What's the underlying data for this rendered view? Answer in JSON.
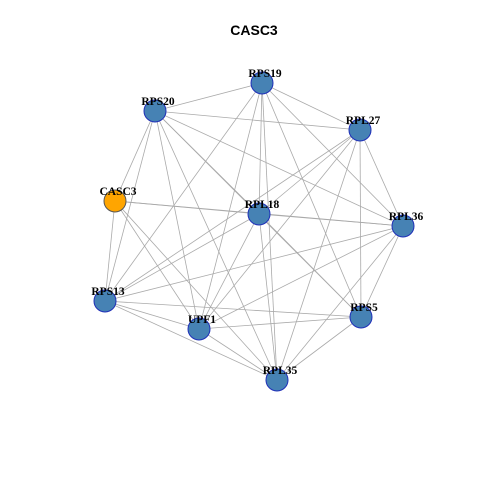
{
  "title": "CASC3",
  "colors": {
    "node_default_fill": "#4682B4",
    "node_default_stroke": "#1F2FB8",
    "node_highlight_fill": "#FFA500",
    "node_highlight_stroke": "#555555",
    "edge": "#AAAAAA"
  },
  "nodes": [
    {
      "id": "RPS19",
      "label": "RPS19",
      "highlight": false
    },
    {
      "id": "RPS20",
      "label": "RPS20",
      "highlight": false
    },
    {
      "id": "RPL27",
      "label": "RPL27",
      "highlight": false
    },
    {
      "id": "CASC3",
      "label": "CASC3",
      "highlight": true
    },
    {
      "id": "RPL18",
      "label": "RPL18",
      "highlight": false
    },
    {
      "id": "RPL36",
      "label": "RPL36",
      "highlight": false
    },
    {
      "id": "RPS13",
      "label": "RPS13",
      "highlight": false
    },
    {
      "id": "UPF1",
      "label": "UPF1",
      "highlight": false
    },
    {
      "id": "RPS5",
      "label": "RPS5",
      "highlight": false
    },
    {
      "id": "RPL35",
      "label": "RPL35",
      "highlight": false
    }
  ],
  "edges": [
    [
      "RPS19",
      "RPS20"
    ],
    [
      "RPS19",
      "RPL27"
    ],
    [
      "RPS19",
      "RPL18"
    ],
    [
      "RPS19",
      "RPL36"
    ],
    [
      "RPS19",
      "RPS13"
    ],
    [
      "RPS19",
      "UPF1"
    ],
    [
      "RPS19",
      "RPS5"
    ],
    [
      "RPS19",
      "RPL35"
    ],
    [
      "RPS20",
      "RPL27"
    ],
    [
      "RPS20",
      "CASC3"
    ],
    [
      "RPS20",
      "RPL18"
    ],
    [
      "RPS20",
      "RPL36"
    ],
    [
      "RPS20",
      "RPS13"
    ],
    [
      "RPS20",
      "UPF1"
    ],
    [
      "RPS20",
      "RPS5"
    ],
    [
      "RPS20",
      "RPL35"
    ],
    [
      "RPL27",
      "RPL18"
    ],
    [
      "RPL27",
      "RPL36"
    ],
    [
      "RPL27",
      "RPS13"
    ],
    [
      "RPL27",
      "UPF1"
    ],
    [
      "RPL27",
      "RPS5"
    ],
    [
      "RPL27",
      "RPL35"
    ],
    [
      "CASC3",
      "RPL18"
    ],
    [
      "CASC3",
      "RPL36"
    ],
    [
      "CASC3",
      "RPS13"
    ],
    [
      "CASC3",
      "UPF1"
    ],
    [
      "CASC3",
      "RPL35"
    ],
    [
      "RPL18",
      "RPL36"
    ],
    [
      "RPL18",
      "RPS13"
    ],
    [
      "RPL18",
      "UPF1"
    ],
    [
      "RPL18",
      "RPS5"
    ],
    [
      "RPL18",
      "RPL35"
    ],
    [
      "RPL36",
      "RPS13"
    ],
    [
      "RPL36",
      "UPF1"
    ],
    [
      "RPL36",
      "RPS5"
    ],
    [
      "RPL36",
      "RPL35"
    ],
    [
      "RPS13",
      "UPF1"
    ],
    [
      "RPS13",
      "RPS5"
    ],
    [
      "RPS13",
      "RPL35"
    ],
    [
      "UPF1",
      "RPS5"
    ],
    [
      "UPF1",
      "RPL35"
    ],
    [
      "RPS5",
      "RPL35"
    ]
  ]
}
